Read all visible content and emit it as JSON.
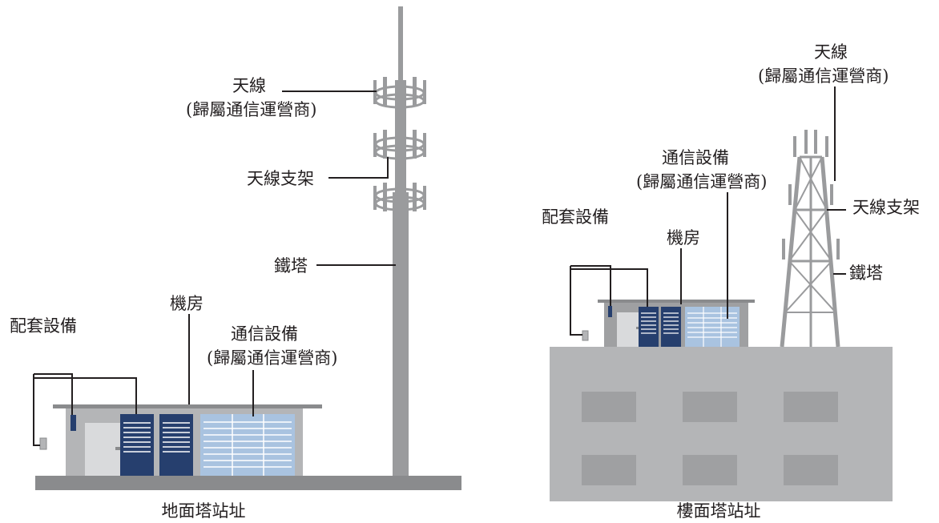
{
  "ground_site": {
    "caption": "地面塔站址",
    "labels": {
      "antenna_line1": "天線",
      "antenna_line2": "(歸屬通信運營商)",
      "antenna_bracket": "天線支架",
      "tower": "鐵塔",
      "equipment_room": "機房",
      "supporting_equipment": "配套設備",
      "comm_equipment_line1": "通信設備",
      "comm_equipment_line2": "(歸屬通信運營商)"
    }
  },
  "rooftop_site": {
    "caption": "樓面塔站址",
    "labels": {
      "antenna_line1": "天線",
      "antenna_line2": "(歸屬通信運營商)",
      "antenna_bracket": "天線支架",
      "tower": "鐵塔",
      "equipment_room": "機房",
      "supporting_equipment": "配套設備",
      "comm_equipment_line1": "通信設備",
      "comm_equipment_line2": "(歸屬通信運營商)"
    }
  },
  "colors": {
    "tower_gray": "#9a9b9d",
    "building_gray": "#b4b5b7",
    "window_gray": "#9fa0a2",
    "cabinet_navy": "#263f6e",
    "panel_lightblue": "#a9c3e0",
    "ground": "#8a8b8d",
    "leader_line": "#231f20"
  }
}
